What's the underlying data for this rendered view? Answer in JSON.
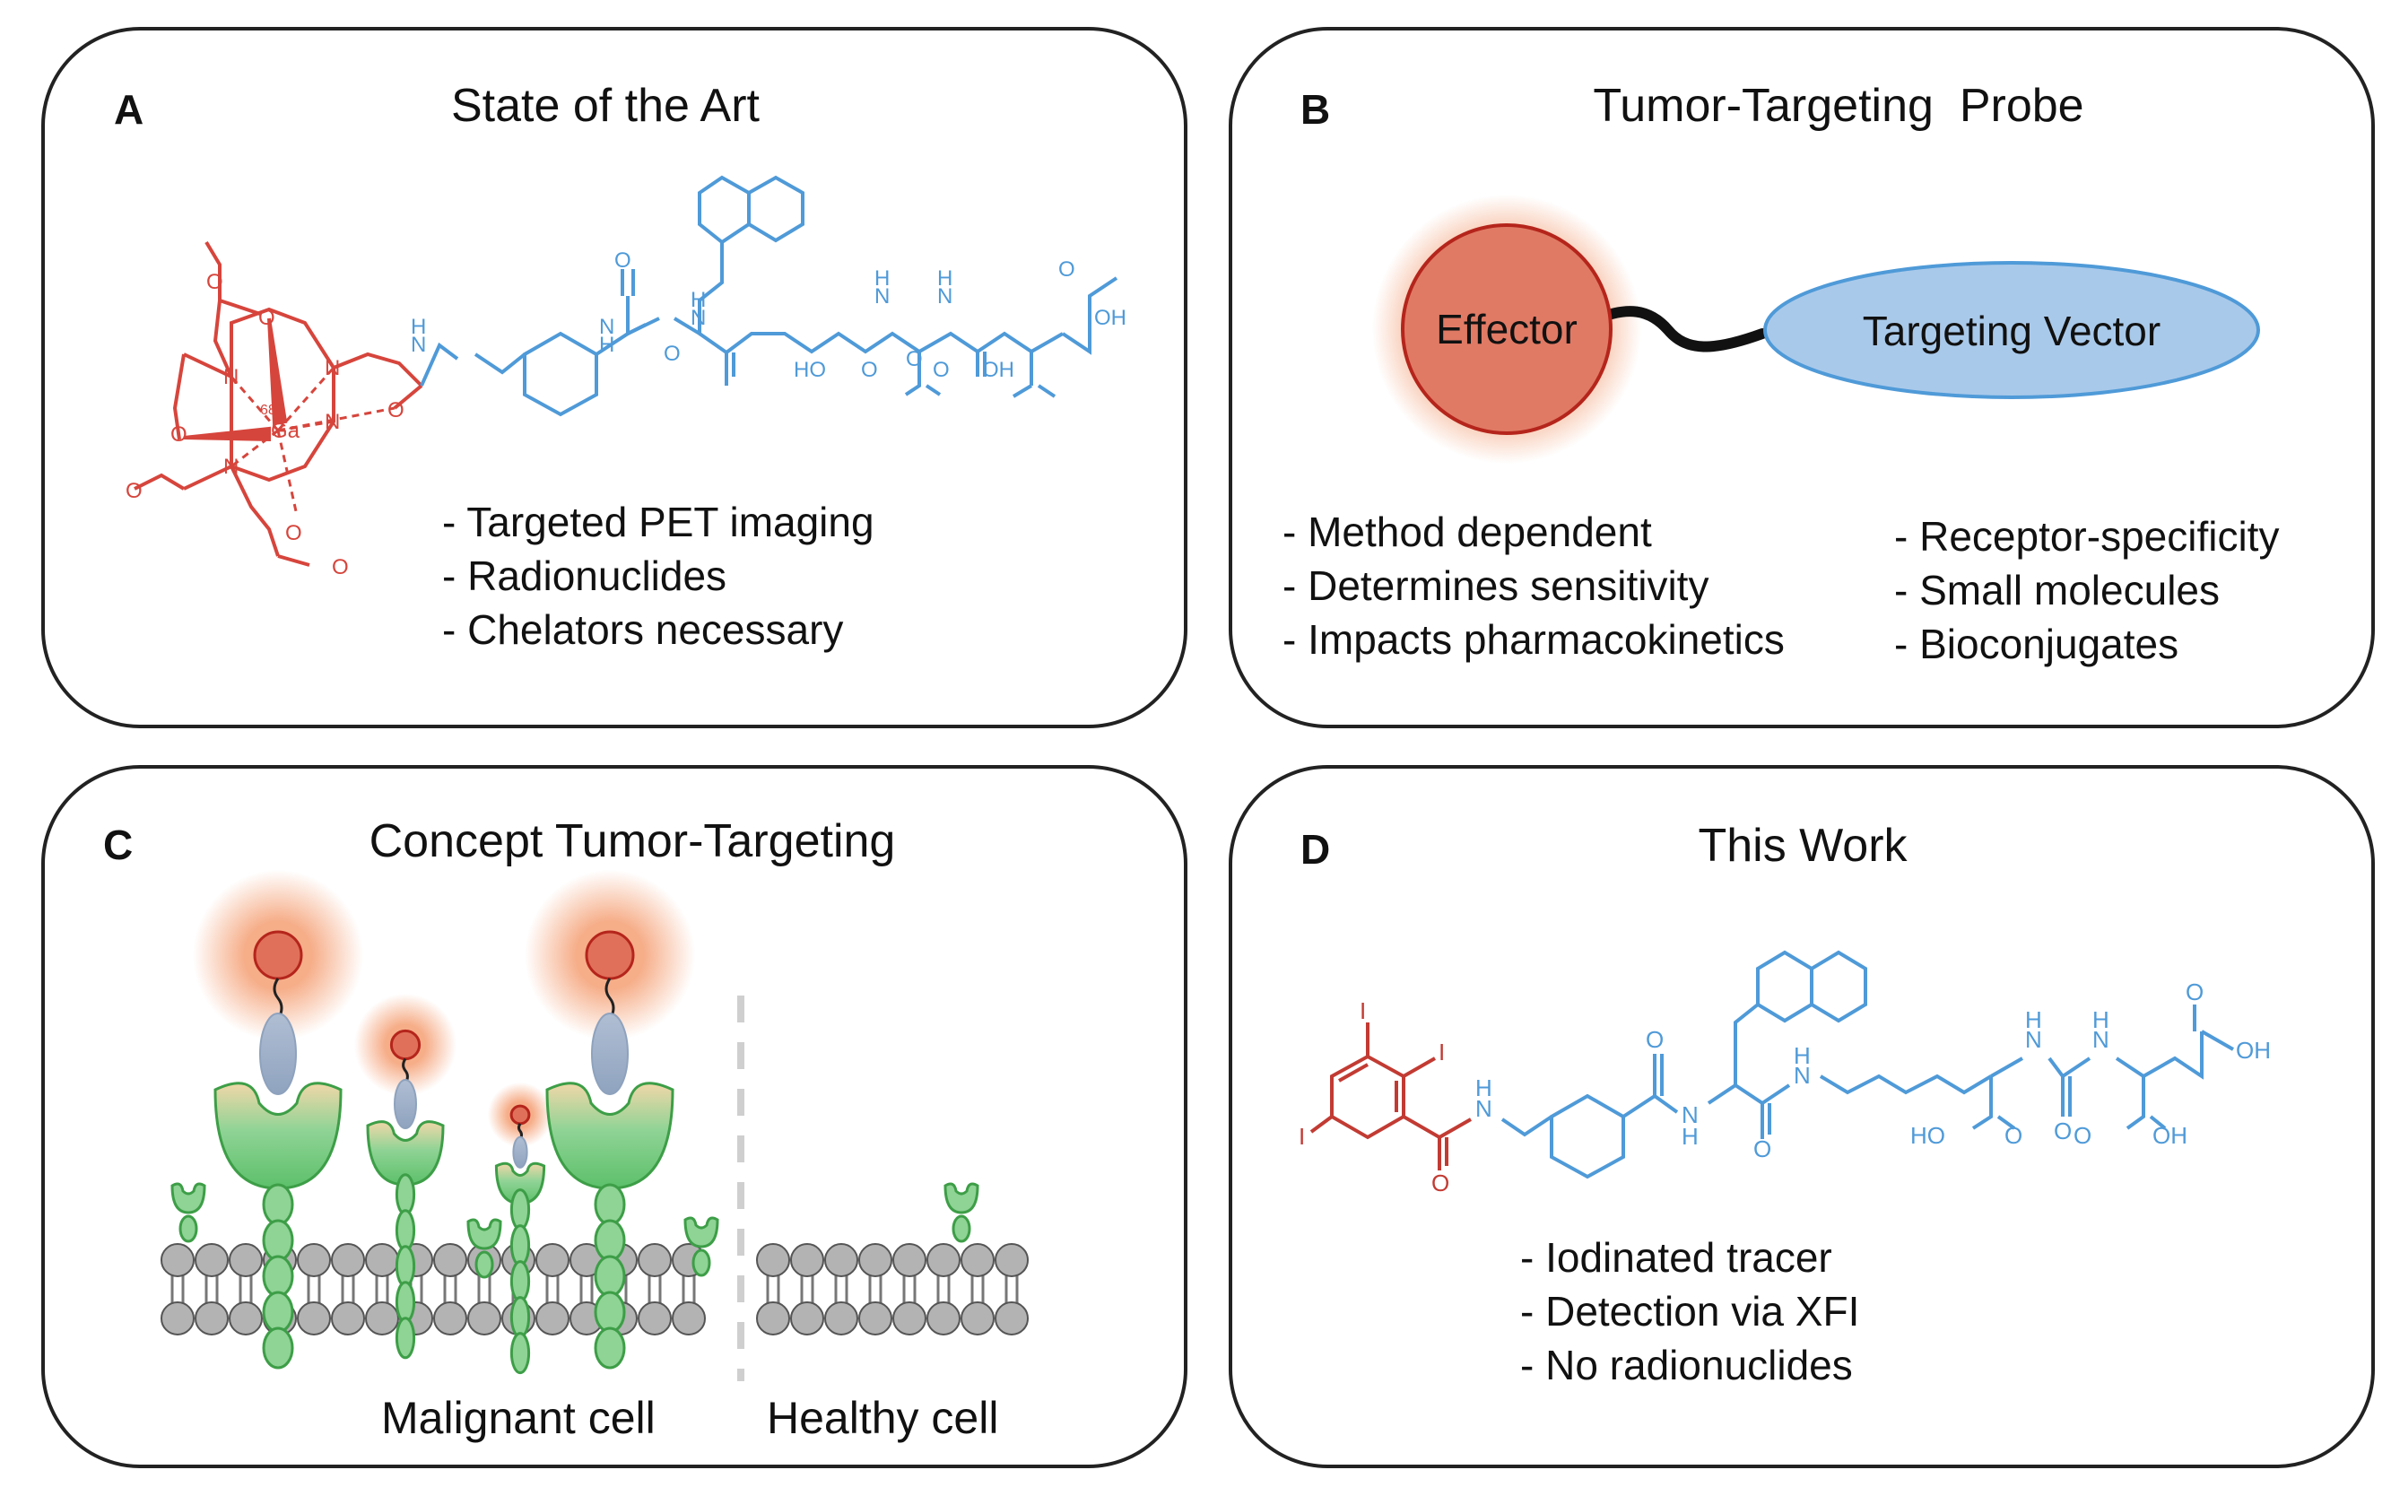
{
  "panels": {
    "a": {
      "letter": "A",
      "title": "State of the Art",
      "bullets": [
        "- Targeted PET imaging",
        "- Radionuclides",
        "- Chelators necessary"
      ]
    },
    "b": {
      "letter": "B",
      "title": "Tumor-Targeting  Probe",
      "effector": "Effector",
      "vector": "Targeting Vector",
      "bullets_left": [
        "- Method dependent",
        "- Determines sensitivity",
        "- Impacts pharmacokinetics"
      ],
      "bullets_right": [
        "- Receptor-specificity",
        "- Small molecules",
        "- Bioconjugates"
      ]
    },
    "c": {
      "letter": "C",
      "title": "Concept Tumor-Targeting",
      "malignant": "Malignant cell",
      "healthy": "Healthy cell"
    },
    "d": {
      "letter": "D",
      "title": "This Work",
      "bullets": [
        "- Iodinated tracer",
        "- Detection via XFI",
        "- No radionuclides"
      ]
    }
  },
  "chem_labels": {
    "n": "N",
    "nh_h": "H",
    "o": "O",
    "oh": "OH",
    "ho": "HO",
    "ga": "Ga",
    "ga_mass": "68",
    "i": "I"
  },
  "colors": {
    "chelator_red": "#d6453c",
    "iodo_red": "#c23b33",
    "peptide_blue": "#4f9ad8",
    "effector_fill": "#e07a65",
    "vector_fill": "#a9c9ea",
    "receptor_green": "#5cc06a",
    "membrane_grey": "#b3b3b3"
  }
}
